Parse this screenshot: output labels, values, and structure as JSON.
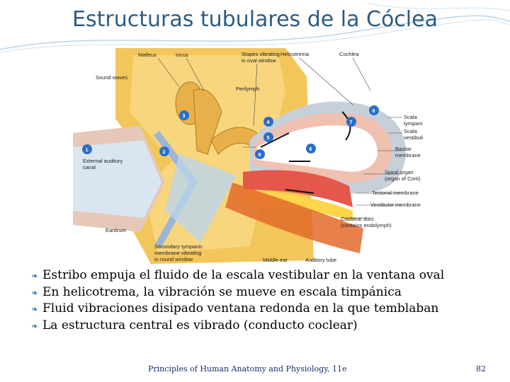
{
  "slide": {
    "title": "Estructuras tubulares de la Cóclea",
    "figure": {
      "labels": {
        "malleus": "Malleus",
        "incus": "Incus",
        "stapes": "Stapes vibrating",
        "stapes2": "in oval window",
        "helicotrema": "Helicotrema",
        "cochlea": "Cochlea",
        "sound_waves": "Sound waves",
        "perilymph": "Perilymph",
        "scala_tympani": "Scala",
        "scala_tympani2": "tympani",
        "scala_vestibuli": "Scala",
        "scala_vestibuli2": "vestibuli",
        "basilar": "Basilar",
        "basilar2": "membrane",
        "external_auditory": "External auditory",
        "external_auditory2": "canal",
        "spiral_organ": "Spiral organ",
        "spiral_organ2": "(organ of Corti)",
        "tectorial": "Tectorial membrane",
        "vestibular": "Vestibular membrane",
        "cochlear_duct": "Cochlear duct",
        "cochlear_duct2": "(contains endolymph)",
        "eardrum": "Eardrum",
        "secondary1": "Secondary tympanic",
        "secondary2": "membrane vibrating",
        "secondary3": "in round window",
        "middle_ear": "Middle ear",
        "auditory_tube": "Auditory tube"
      },
      "numbers": [
        "1",
        "2",
        "3",
        "4",
        "5",
        "6",
        "7",
        "8",
        "9"
      ]
    },
    "bullets": [
      "Estribo empuja el fluido de la escala vestibular en la ventana oval",
      "En helicotrema, la vibración se mueve en escala timpánica",
      "Fluid vibraciones disipado ventana redonda en la que temblaban",
      "La estructura central es vibrado (conducto coclear)"
    ],
    "footer": "Principles of Human Anatomy and Physiology, 11e",
    "page_number": "82",
    "colors": {
      "title": "#2e5c82",
      "bullet": "#3f7fb3",
      "footer": "#1a2b6d"
    }
  }
}
